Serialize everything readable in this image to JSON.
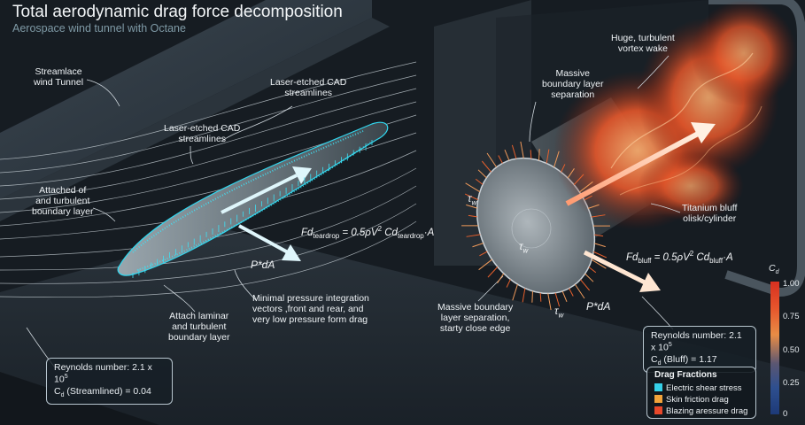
{
  "title": "Total aerodynamic drag force decomposition",
  "subtitle": "Aerospace wind tunnel with Octane",
  "labels": {
    "tunnel": "Streamlace\nwind Tunnel",
    "cad_top": "Laser-etched CAD\nstreamlines",
    "cad_mid": "Laser-etched CAD\nstreamlines",
    "attached": "Attached of\nand turbulent\nboundary layer",
    "attach_laminar": "Attach laminar\nand turbulent\nboundary layer",
    "minimal_pressure": "Minimal pressure integration\nvectors ,front and rear, and\nvery low pressure form drag",
    "massive_top": "Massive\nboundary layer\nseparation",
    "wake": "Huge, turbulent\nvortex wake",
    "bluff_body": "Titanium bluff\nolisk/cylinder",
    "massive_bottom": "Massive boundary\nlayer separation,\nstarty close edge"
  },
  "equations": {
    "teardrop": {
      "lhs": "Fd",
      "lhs_sub": "teardrop",
      "mid": " = 0.5ρV",
      "sup": "2",
      "cd": " Cd",
      "cd_sub": "teardrop",
      "tail": "·A"
    },
    "bluff": {
      "lhs": "Fd",
      "lhs_sub": "bluff",
      "mid": " = 0.5ρV",
      "sup": "2",
      "cd": " Cd",
      "cd_sub": "bluff",
      "tail": "·A"
    }
  },
  "symbols": {
    "pda_left": "P*dA",
    "pda_right": "P*dA",
    "tau": "τ",
    "tau_sub": "w"
  },
  "info_left": {
    "reynolds": "Reynolds number: 2.1 x 10",
    "reynolds_exp": "5",
    "cd_prefix": "C",
    "cd_sub": "d",
    "cd_text": " (Streamlined) = 0.04"
  },
  "info_right": {
    "reynolds": "Reynolds number: 2.1 x 10",
    "reynolds_exp": "5",
    "cd_prefix": "C",
    "cd_sub": "d",
    "cd_text": " (Bluff) = 1.17"
  },
  "legend": {
    "title": "Drag Fractions",
    "items": [
      {
        "label": "Electric shear stress",
        "color": "#35d0e8"
      },
      {
        "label": "Skin friction drag",
        "color": "#f2a33a"
      },
      {
        "label": "Blazing aressure drag",
        "color": "#e8482a"
      }
    ]
  },
  "colorbar": {
    "title": "C",
    "title_sub": "d",
    "ticks": [
      "1.00",
      "0.75",
      "0.50",
      "0.25",
      "0"
    ]
  }
}
